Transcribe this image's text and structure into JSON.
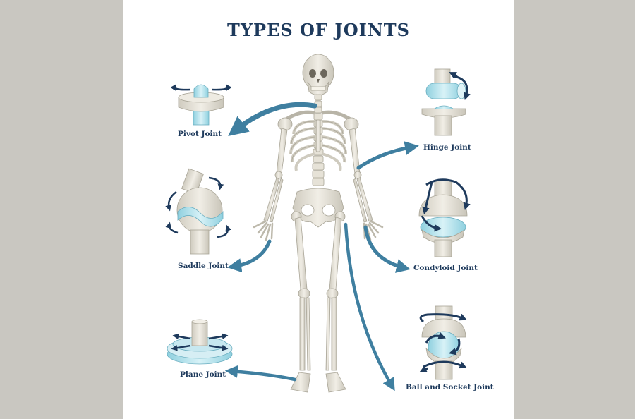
{
  "title": "TYPES OF JOINTS",
  "joints": [
    {
      "id": "pivot",
      "label": "Pivot Joint"
    },
    {
      "id": "hinge",
      "label": "Hinge Joint"
    },
    {
      "id": "saddle",
      "label": "Saddle Joint"
    },
    {
      "id": "condyloid",
      "label": "Condyloid Joint"
    },
    {
      "id": "plane",
      "label": "Plane Joint"
    },
    {
      "id": "ball-socket",
      "label": "Ball and Socket Joint"
    }
  ],
  "colors": {
    "title": "#1e3a5c",
    "arrow": "#3f7fa0",
    "bone": "#e9e6dc",
    "bone_shade": "#c8c4b8",
    "cartilage": "#bfe6ef",
    "background": "#c9c7c1"
  }
}
